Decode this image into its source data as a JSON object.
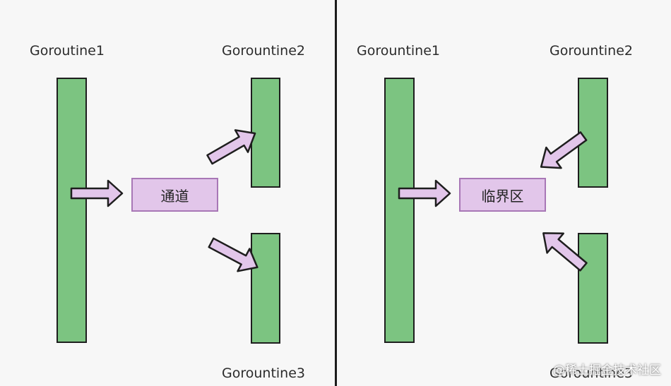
{
  "left": {
    "g1": "Goroutine1",
    "g2": "Gorountine2",
    "g3": "Gorountine3",
    "box": "通道"
  },
  "right": {
    "g1": "Gorountine1",
    "g2": "Gorountine2",
    "g3": "Gorountine3",
    "box": "临界区"
  },
  "watermark": "@稀土掘金技术社区",
  "colors": {
    "bar": "#7cc481",
    "box": "#e2c6ea",
    "border": "#1e1e1e",
    "divider": "#1c1c1c"
  }
}
